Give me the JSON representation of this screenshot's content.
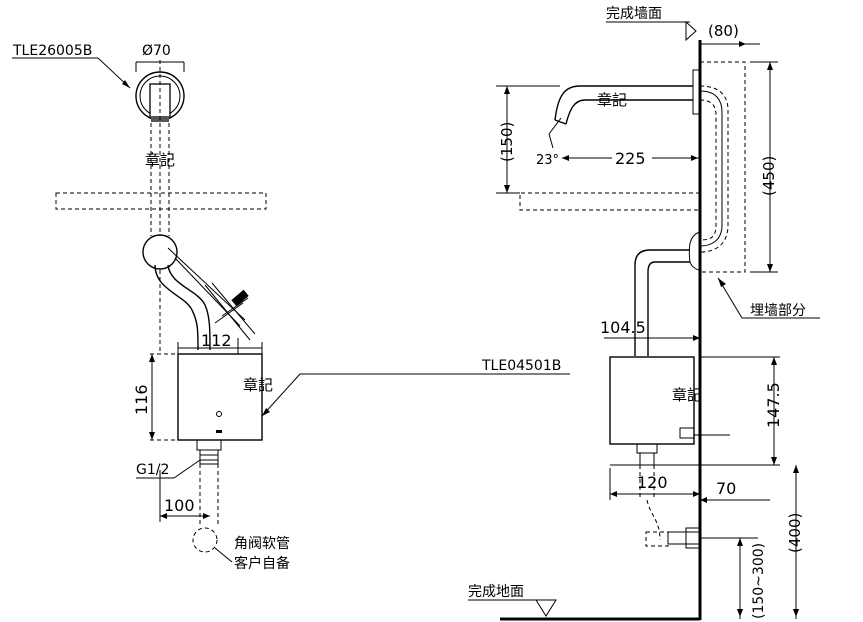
{
  "colors": {
    "line": "#000000",
    "background": "#ffffff",
    "mark": "#404040"
  },
  "front_view": {
    "model_spout": "TLE26005B",
    "diameter": "Ø70",
    "seal_top": "章記",
    "width_box": "112",
    "height_box": "116",
    "model_box": "TLE04501B",
    "seal_box": "章記",
    "thread": "G1/2",
    "offset": "100",
    "note_line1": "角阀软管",
    "note_line2": "客户自备"
  },
  "side_view": {
    "finished_wall": "完成墙面",
    "wall_offset": "(80)",
    "seal_spout": "章記",
    "spout_height": "(150)",
    "angle": "23°",
    "projection": "225",
    "embed_height": "(450)",
    "embedded_part": "埋墙部分",
    "box_width": "104.5",
    "seal_box": "章記",
    "box_height": "147.5",
    "box_depth": "120",
    "pipe_offset": "70",
    "valve_height": "(400)",
    "floor_range": "(150~300)",
    "finished_floor": "完成地面"
  }
}
